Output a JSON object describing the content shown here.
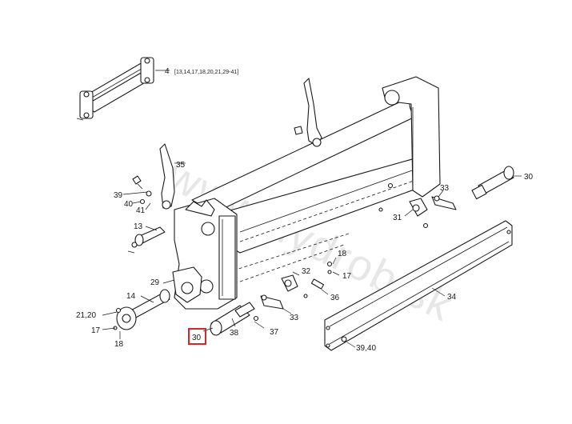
{
  "watermark": "www.hydrob.sk",
  "highlight_color": "#d0282f",
  "labels": {
    "l4": "4",
    "l4_refs": "[13,14,17,18,20,21,29-41]",
    "l35": "35",
    "l39a": "39",
    "l40a": "40",
    "l41": "41",
    "l13": "13",
    "l29": "29",
    "l14": "14",
    "l21_20": "21,20",
    "l17a": "17",
    "l18a": "18",
    "l30_hl": "30",
    "l38": "38",
    "l37": "37",
    "l33a": "33",
    "l32": "32",
    "l36": "36",
    "l18b": "18",
    "l17b": "17",
    "l31": "31",
    "l33b": "33",
    "l30_top": "30",
    "l34": "34",
    "l39_40": "39,40"
  }
}
